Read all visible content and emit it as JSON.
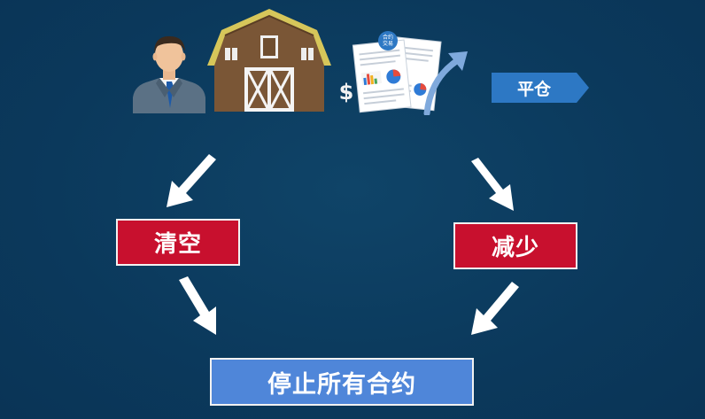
{
  "tag": {
    "label": "平仓"
  },
  "boxes": {
    "clear": "清空",
    "reduce": "减少",
    "stop": "停止所有合约"
  },
  "document": {
    "header": "合约\n交易"
  },
  "icons": {
    "person": "businessman-icon",
    "barn": "barn-icon",
    "document": "contract-document-icon",
    "dollar": "dollar-icon",
    "growth": "growth-arrow-icon"
  },
  "colors": {
    "background": "#0c3a5e",
    "red": "#c8102e",
    "blue": "#4f86d9",
    "tag": "#2d78c4",
    "arrow": "#ffffff"
  }
}
